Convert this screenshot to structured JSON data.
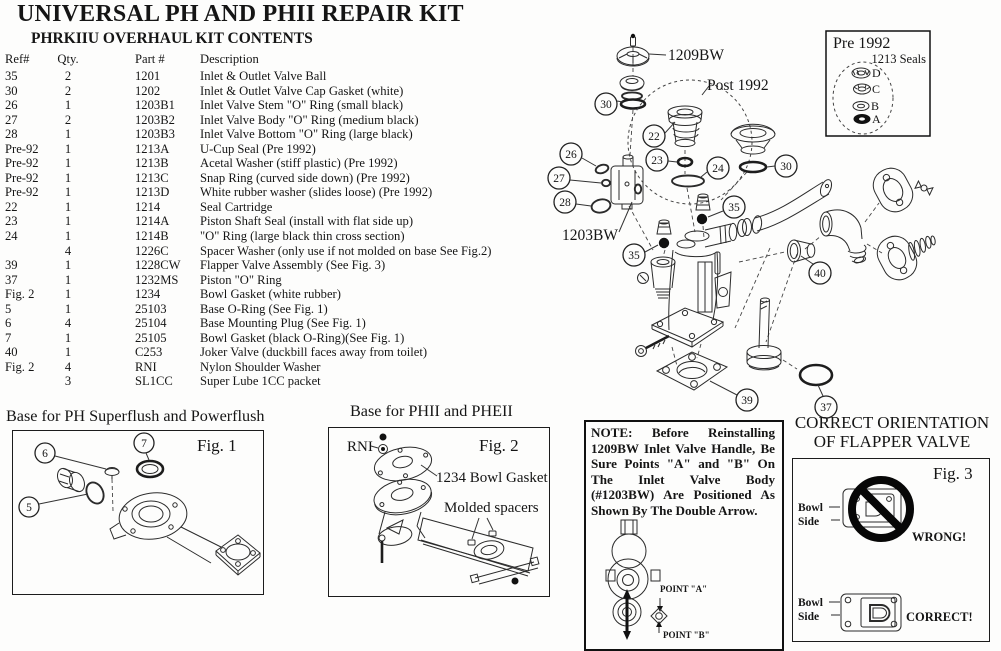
{
  "page": {
    "title": "UNIVERSAL PH AND PHII REPAIR KIT",
    "subtitle": "PHRKIIU OVERHAUL KIT CONTENTS"
  },
  "parts_table": {
    "headers": [
      "Ref#",
      "Qty.",
      "Part #",
      "Description"
    ],
    "rows": [
      {
        "ref": "35",
        "qty": "2",
        "part": "1201",
        "desc": "Inlet & Outlet Valve Ball"
      },
      {
        "ref": "30",
        "qty": "2",
        "part": "1202",
        "desc": "Inlet & Outlet Valve Cap Gasket (white)"
      },
      {
        "ref": "26",
        "qty": "1",
        "part": "1203B1",
        "desc": "Inlet Valve Stem \"O\" Ring (small black)"
      },
      {
        "ref": "27",
        "qty": "2",
        "part": "1203B2",
        "desc": "Inlet Valve Body \"O\" Ring (medium black)"
      },
      {
        "ref": "28",
        "qty": "1",
        "part": "1203B3",
        "desc": "Inlet Valve Bottom \"O\" Ring (large black)"
      },
      {
        "ref": "Pre-92",
        "qty": "1",
        "part": "1213A",
        "desc": "U-Cup Seal (Pre 1992)"
      },
      {
        "ref": "Pre-92",
        "qty": "1",
        "part": "1213B",
        "desc": "Acetal Washer (stiff plastic) (Pre 1992)"
      },
      {
        "ref": "Pre-92",
        "qty": "1",
        "part": "1213C",
        "desc": "Snap Ring (curved side down) (Pre 1992)"
      },
      {
        "ref": "Pre-92",
        "qty": "1",
        "part": "1213D",
        "desc": "White rubber washer (slides loose) (Pre 1992)"
      },
      {
        "ref": "22",
        "qty": "1",
        "part": "1214",
        "desc": "Seal Cartridge"
      },
      {
        "ref": "23",
        "qty": "1",
        "part": "1214A",
        "desc": "Piston Shaft Seal (install with flat side up)"
      },
      {
        "ref": "24",
        "qty": "1",
        "part": "1214B",
        "desc": "\"O\" Ring (large black thin cross section)"
      },
      {
        "ref": "",
        "qty": "4",
        "part": "1226C",
        "desc": "Spacer Washer (only use if not molded on base See Fig.2)"
      },
      {
        "ref": "39",
        "qty": "1",
        "part": "1228CW",
        "desc": "Flapper Valve Assembly (See Fig. 3)"
      },
      {
        "ref": "37",
        "qty": "1",
        "part": "1232MS",
        "desc": "Piston \"O\" Ring"
      },
      {
        "ref": "Fig. 2",
        "qty": "1",
        "part": "1234",
        "desc": "Bowl Gasket (white rubber)"
      },
      {
        "ref": "5",
        "qty": "1",
        "part": "25103",
        "desc": "Base O-Ring (See Fig. 1)"
      },
      {
        "ref": "6",
        "qty": "4",
        "part": "25104",
        "desc": "Base Mounting Plug (See Fig. 1)"
      },
      {
        "ref": "7",
        "qty": "1",
        "part": "25105",
        "desc": "Bowl Gasket (black O-Ring)(See Fig. 1)"
      },
      {
        "ref": "40",
        "qty": "1",
        "part": "C253",
        "desc": "Joker Valve (duckbill faces away from toilet)"
      },
      {
        "ref": "Fig. 2",
        "qty": "4",
        "part": "RNI",
        "desc": "Nylon Shoulder Washer"
      },
      {
        "ref": "",
        "qty": "3",
        "part": "SL1CC",
        "desc": "Super Lube 1CC packet"
      }
    ]
  },
  "main_diagram": {
    "handle_label": "1209BW",
    "post_1992_label": "Post 1992",
    "valve_body_label": "1203BW",
    "pre1992_box": {
      "title": "Pre 1992",
      "subtitle": "1213 Seals",
      "seals": [
        "D",
        "C",
        "B",
        "A"
      ]
    },
    "callouts": [
      "30",
      "26",
      "27",
      "28",
      "22",
      "23",
      "24",
      "30",
      "35",
      "35",
      "40",
      "39",
      "37"
    ]
  },
  "fig1": {
    "heading": "Base for PH Superflush and Powerflush",
    "label": "Fig. 1",
    "callouts": [
      "6",
      "7",
      "5"
    ]
  },
  "fig2": {
    "heading": "Base for PHII and PHEII",
    "label": "Fig. 2",
    "rni_label": "RNI",
    "gasket_label": "1234 Bowl Gasket",
    "spacers_label": "Molded spacers"
  },
  "note": {
    "text": "NOTE: Before Reinstalling 1209BW Inlet Valve Handle, Be Sure Points \"A\" and \"B\" On The Inlet Valve Body (#1203BW) Are Positioned As Shown By The Double Arrow.",
    "point_a": "POINT \"A\"",
    "point_b": "POINT \"B\""
  },
  "fig3": {
    "heading_line1": "CORRECT ORIENTATION",
    "heading_line2": "OF FLAPPER VALVE",
    "label": "Fig. 3",
    "bowl_side_top": "Bowl Side",
    "bowl_side_bottom": "Bowl Side",
    "wrong_label": "WRONG!",
    "correct_label": "CORRECT!"
  }
}
